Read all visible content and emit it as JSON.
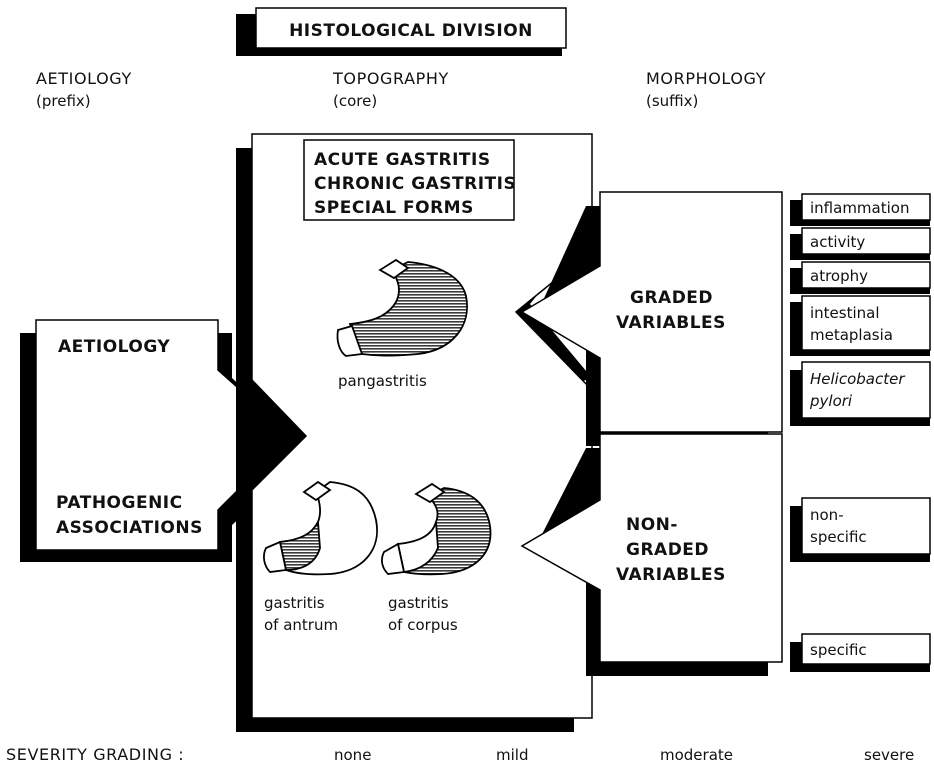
{
  "title": "HISTOLOGICAL DIVISION",
  "columns": {
    "aetiology": {
      "heading": "AETIOLOGY",
      "sub": "(prefix)"
    },
    "topography": {
      "heading": "TOPOGRAPHY",
      "sub": "(core)"
    },
    "morphology": {
      "heading": "MORPHOLOGY",
      "sub": "(suffix)"
    }
  },
  "aetiology_box": {
    "top": "AETIOLOGY",
    "bottom_line1": "PATHOGENIC",
    "bottom_line2": "ASSOCIATIONS"
  },
  "topography_box": {
    "list": [
      "ACUTE GASTRITIS",
      "CHRONIC GASTRITIS",
      "SPECIAL FORMS"
    ],
    "pangastritis": "pangastritis",
    "antrum_line1": "gastritis",
    "antrum_line2": "of antrum",
    "corpus_line1": "gastritis",
    "corpus_line2": "of corpus"
  },
  "graded": {
    "line1": "GRADED",
    "line2": "VARIABLES",
    "tabs": {
      "inflammation": "inflammation",
      "activity": "activity",
      "atrophy": "atrophy",
      "im1": "intestinal",
      "im2": "metaplasia",
      "hp1": "Helicobacter",
      "hp2": "pylori"
    }
  },
  "nongraded": {
    "line1": "NON-",
    "line2": "GRADED",
    "line3": "VARIABLES",
    "tabs": {
      "ns1": "non-",
      "ns2": "specific",
      "specific": "specific"
    }
  },
  "severity": {
    "label": "SEVERITY GRADING :",
    "levels": [
      "none",
      "mild",
      "moderate",
      "severe"
    ]
  }
}
